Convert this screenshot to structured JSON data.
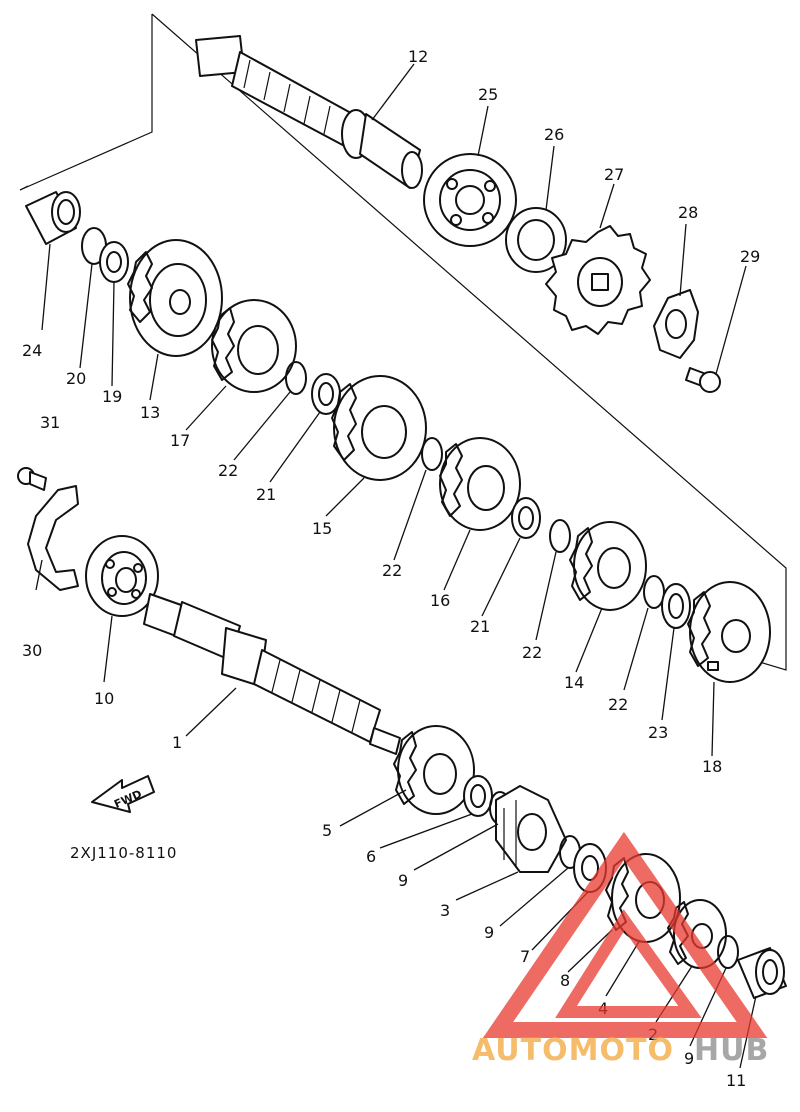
{
  "diagram_code": "2XJ110-8110",
  "fwd_label": "FWD",
  "watermark": {
    "left": "AUTOMOTO",
    "right": "HUB",
    "left_color": "#f2a63c",
    "right_color": "#8a8a8a",
    "logo_color": "#e83a30"
  },
  "labels": [
    {
      "id": "12",
      "text": "12"
    },
    {
      "id": "25",
      "text": "25"
    },
    {
      "id": "26",
      "text": "26"
    },
    {
      "id": "27",
      "text": "27"
    },
    {
      "id": "28",
      "text": "28"
    },
    {
      "id": "29",
      "text": "29"
    },
    {
      "id": "24",
      "text": "24"
    },
    {
      "id": "20",
      "text": "20"
    },
    {
      "id": "19",
      "text": "19"
    },
    {
      "id": "13",
      "text": "13"
    },
    {
      "id": "17",
      "text": "17"
    },
    {
      "id": "22a",
      "text": "22"
    },
    {
      "id": "21a",
      "text": "21"
    },
    {
      "id": "15",
      "text": "15"
    },
    {
      "id": "22b",
      "text": "22"
    },
    {
      "id": "16",
      "text": "16"
    },
    {
      "id": "21b",
      "text": "21"
    },
    {
      "id": "22c",
      "text": "22"
    },
    {
      "id": "14",
      "text": "14"
    },
    {
      "id": "22d",
      "text": "22"
    },
    {
      "id": "23",
      "text": "23"
    },
    {
      "id": "18",
      "text": "18"
    },
    {
      "id": "31",
      "text": "31"
    },
    {
      "id": "30",
      "text": "30"
    },
    {
      "id": "10",
      "text": "10"
    },
    {
      "id": "1",
      "text": "1"
    },
    {
      "id": "5",
      "text": "5"
    },
    {
      "id": "6",
      "text": "6"
    },
    {
      "id": "9a",
      "text": "9"
    },
    {
      "id": "3",
      "text": "3"
    },
    {
      "id": "9b",
      "text": "9"
    },
    {
      "id": "7",
      "text": "7"
    },
    {
      "id": "8",
      "text": "8"
    },
    {
      "id": "4",
      "text": "4"
    },
    {
      "id": "2",
      "text": "2"
    },
    {
      "id": "9c",
      "text": "9"
    },
    {
      "id": "11",
      "text": "11"
    }
  ]
}
